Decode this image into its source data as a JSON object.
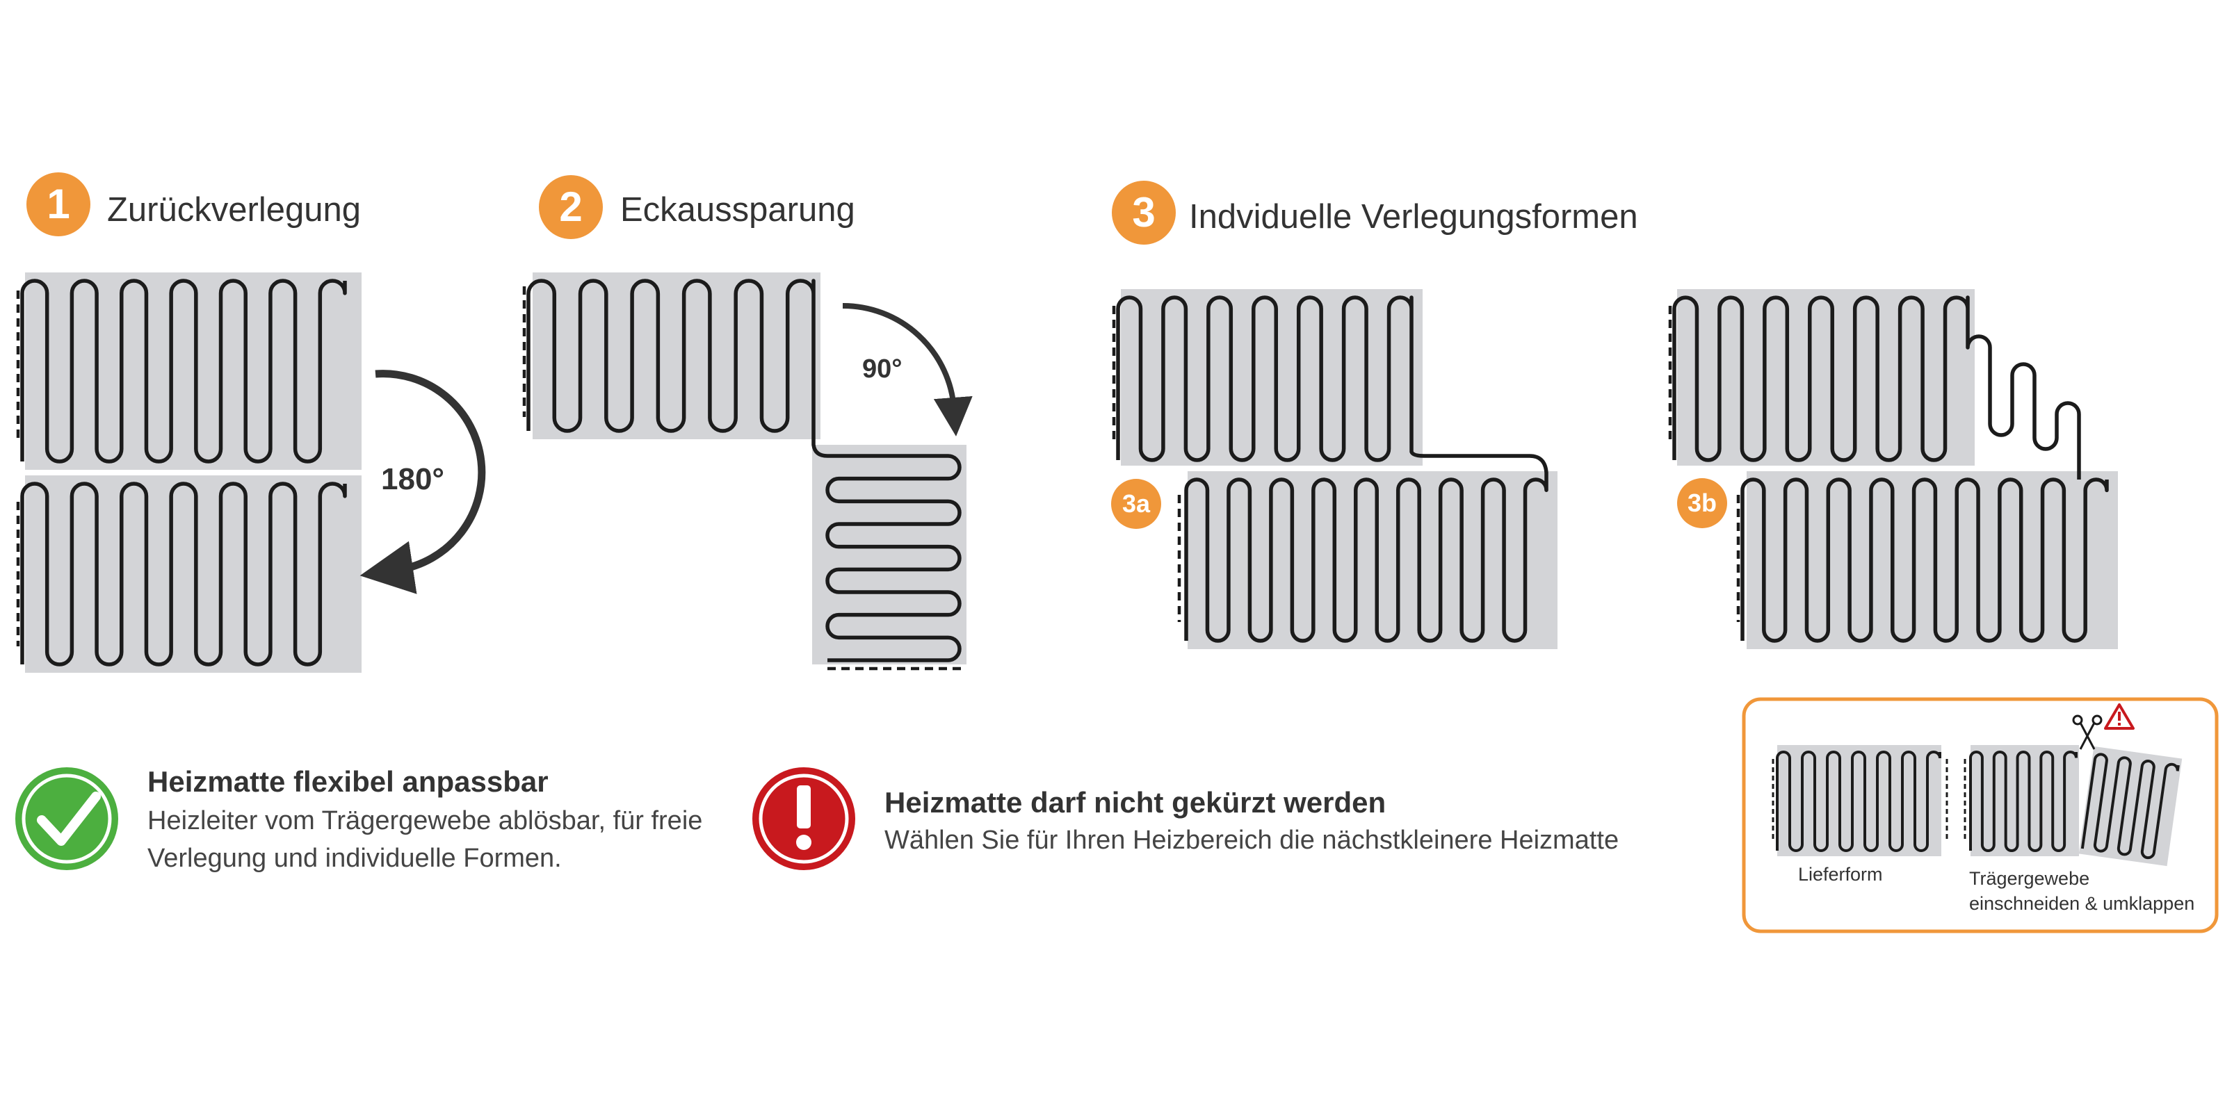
{
  "colors": {
    "accent_orange": "#F0973A",
    "mat_gray": "#D3D4D7",
    "wire": "#1B1B1B",
    "arrow": "#333333",
    "ok_green": "#4CAF3F",
    "alert_red": "#C8191E"
  },
  "steps": [
    {
      "number": "1",
      "title": "Zurückverlegung"
    },
    {
      "number": "2",
      "title": "Eckaussparung"
    },
    {
      "number": "3",
      "title": "Indviduelle Verlegungsformen"
    }
  ],
  "angles": {
    "a180": "180°",
    "a90": "90°"
  },
  "variants": {
    "a": "3a",
    "b": "3b"
  },
  "notes": {
    "ok_title": "Heizmatte flexibel anpassbar",
    "ok_body": "Heizleiter vom Trägergewebe ablösbar, für freie Verlegung und individuelle Formen.",
    "warn_title": "Heizmatte darf nicht gekürzt werden",
    "warn_body": "Wählen Sie für Ihren Heizbereich die nächstkleinere Heizmatte"
  },
  "inset": {
    "caption_left": "Lieferform",
    "caption_right_1": "Trägergewebe",
    "caption_right_2": "einschneiden & umklappen"
  },
  "icons": {
    "ok": "checkmark-icon",
    "warn": "exclamation-icon",
    "arrow": "rotate-arrow-icon",
    "scissors": "scissors-icon",
    "hazard": "warning-triangle-icon"
  }
}
